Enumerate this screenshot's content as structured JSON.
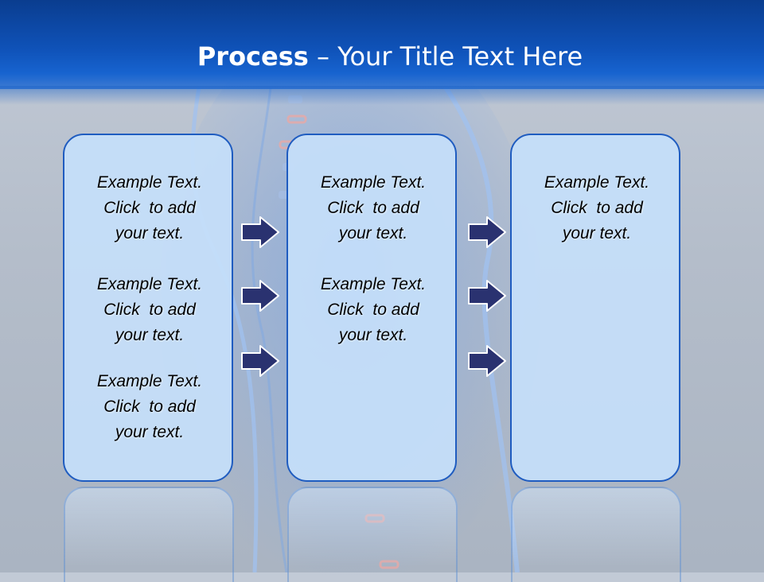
{
  "title": {
    "bold": "Process",
    "rest": "– Your Title Text Here"
  },
  "columns": [
    {
      "items": [
        {
          "lines": [
            "Example Text.",
            "Click  to add",
            "your text."
          ]
        },
        {
          "lines": [
            "Example Text.",
            "Click  to add",
            "your text."
          ]
        },
        {
          "lines": [
            "Example Text.",
            "Click  to add",
            "your text."
          ]
        }
      ]
    },
    {
      "items": [
        {
          "lines": [
            "Example Text.",
            "Click  to add",
            "your text."
          ]
        },
        {
          "lines": [
            "Example Text.",
            "Click  to add",
            "your text."
          ]
        }
      ]
    },
    {
      "items": [
        {
          "lines": [
            "Example Text.",
            "Click  to add",
            "your text."
          ]
        }
      ]
    }
  ],
  "colors": {
    "header": "#0f52b8",
    "box_fill": "#c5dffa",
    "box_border": "#1f5cc0",
    "arrow_fill": "#2a3270"
  }
}
